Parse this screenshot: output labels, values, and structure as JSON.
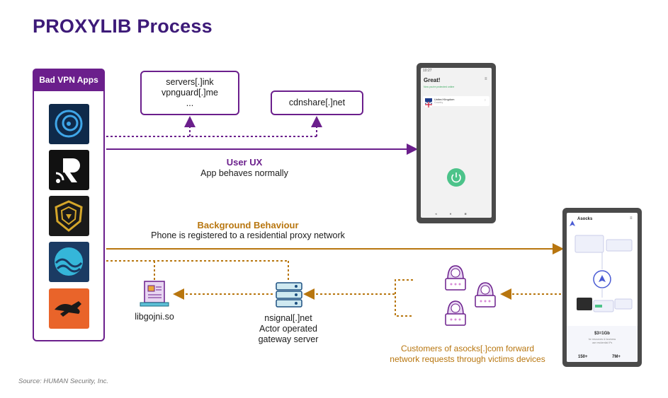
{
  "title": "PROXYLIB Process",
  "apps_panel": {
    "heading": "Bad VPN Apps",
    "icons": [
      "vpn-app-spiral-icon",
      "vpn-app-r-logo-icon",
      "vpn-app-shield-icon",
      "vpn-app-wave-icon",
      "vpn-app-fox-icon"
    ]
  },
  "domains_box_1": {
    "line1": "servers[.]ink",
    "line2": "vpnguard[.]me",
    "line3": "..."
  },
  "domains_box_2": {
    "line1": "cdnshare[.]net"
  },
  "user_ux": {
    "heading": "User UX",
    "text": "App behaves normally"
  },
  "background": {
    "heading": "Background Behaviour",
    "text": "Phone is registered to a residential proxy network"
  },
  "phone1": {
    "status_time": "10:27",
    "heading": "Great!",
    "subtext": "Now you're protected online",
    "country": "United Kingdom",
    "country_sub": "Country"
  },
  "phone2": {
    "brand": "Asocks",
    "price": "$3=1Gb",
    "price_sub": "for resources & business",
    "price_sub2": "use residential IPs",
    "stat1": "150+",
    "stat2": "7M+"
  },
  "library": {
    "label": "libgojni.so"
  },
  "gateway": {
    "line1": "nsignal[.]net",
    "line2": "Actor operated",
    "line3": "gateway server"
  },
  "customers": {
    "line1": "Customers of asocks[.]com forward",
    "line2": "network requests through victims devices"
  },
  "source": "Source: HUMAN Security, Inc.",
  "colors": {
    "purple": "#6b1f8c",
    "orange": "#b8760f",
    "title": "#3d1a78"
  }
}
